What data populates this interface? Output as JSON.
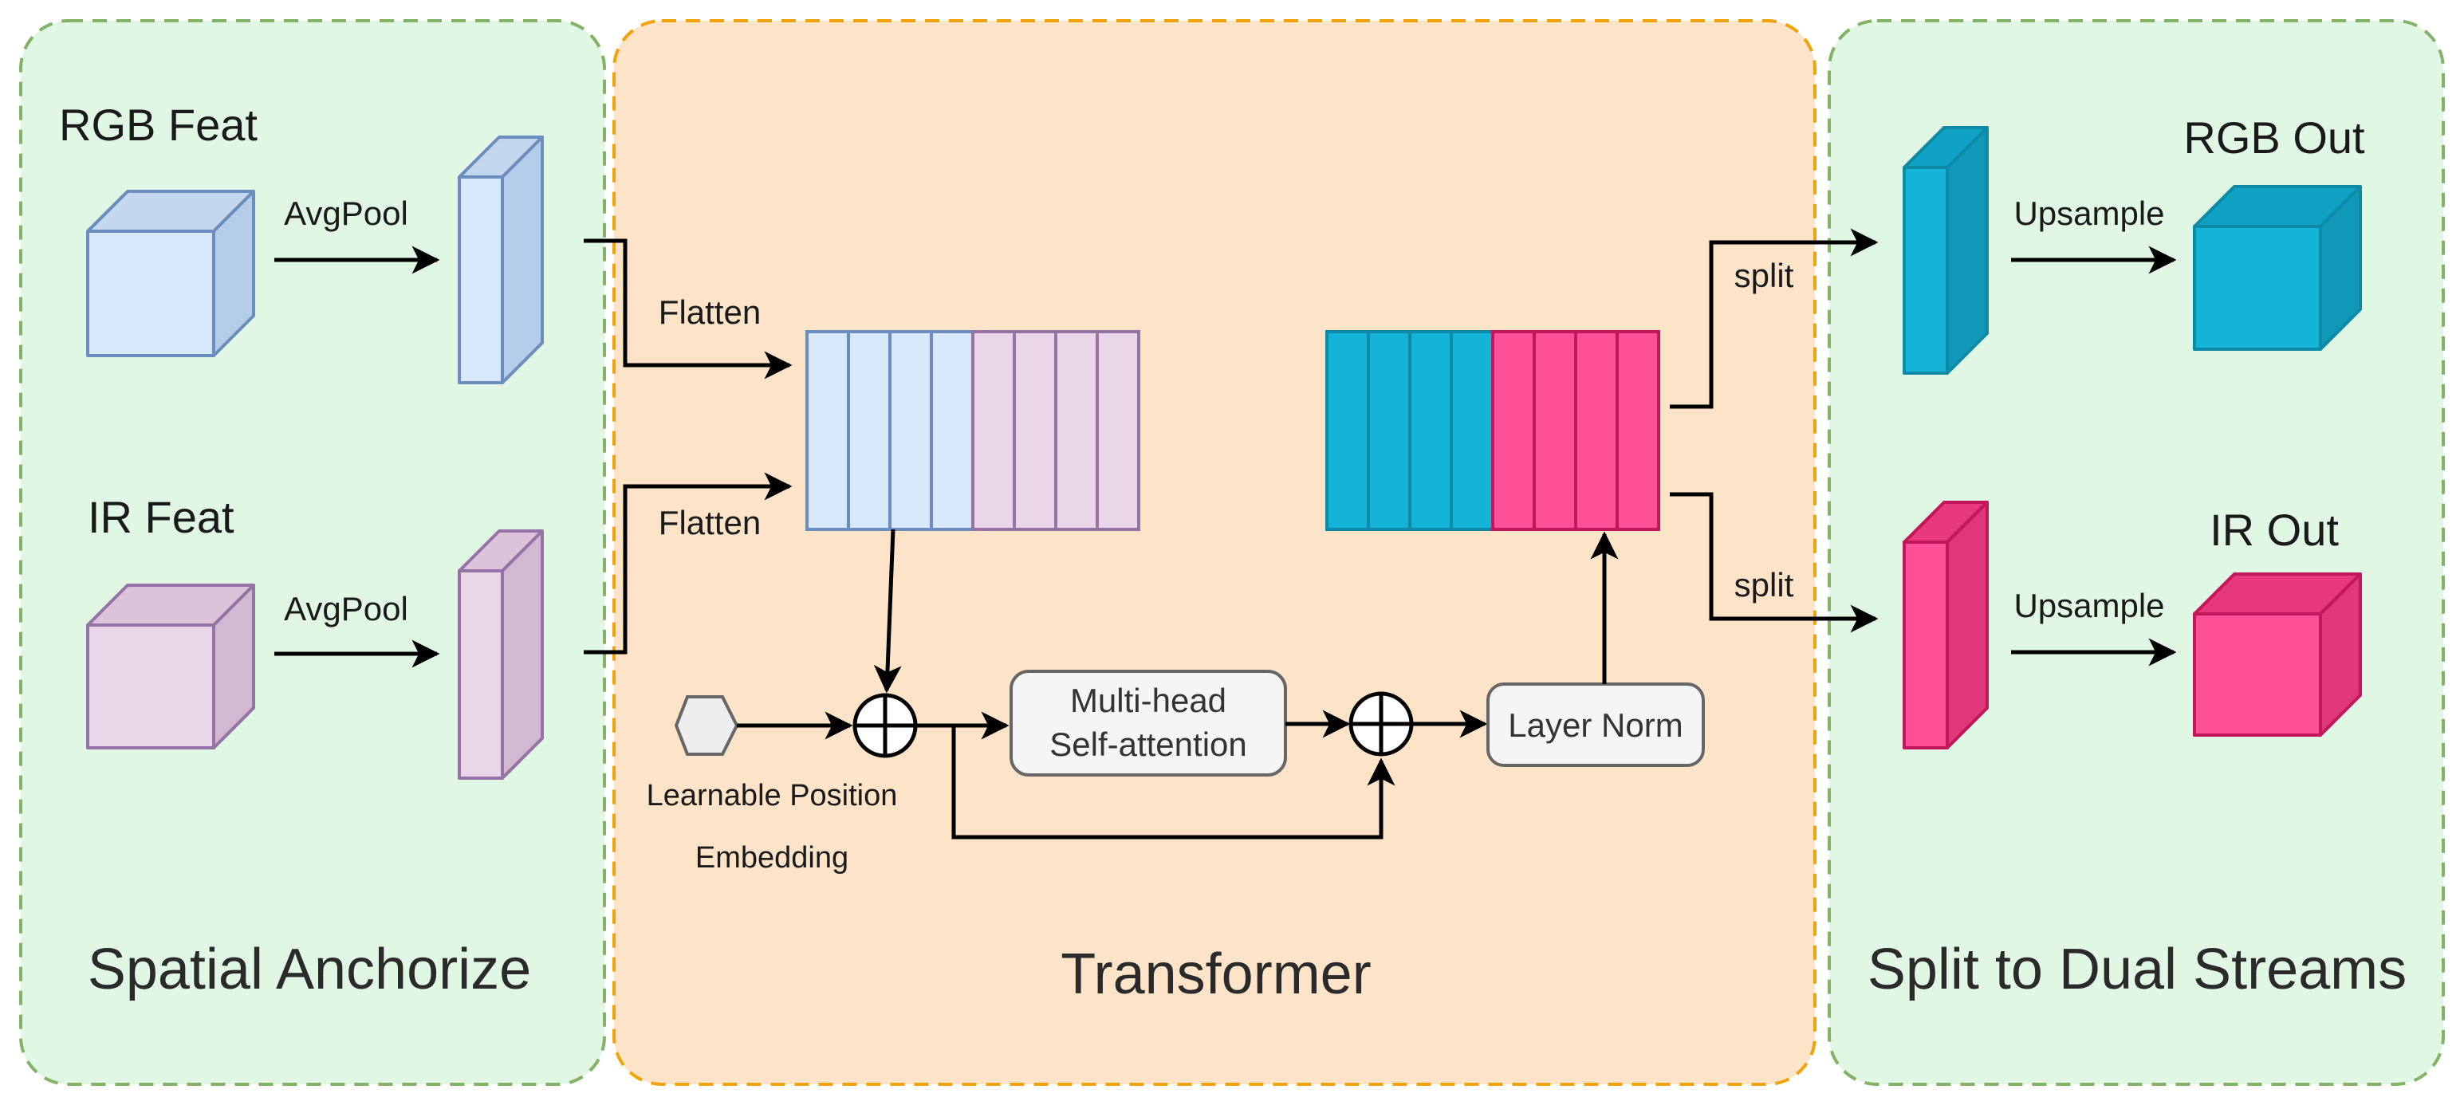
{
  "panels": {
    "left": {
      "title": "Spatial Anchorize"
    },
    "middle": {
      "title": "Transformer"
    },
    "right": {
      "title": "Split to Dual Streams"
    }
  },
  "inputs": {
    "rgb_label": "RGB Feat",
    "ir_label": "IR Feat",
    "pool_label": "AvgPool"
  },
  "transformer": {
    "flatten_label": "Flatten",
    "position_embedding_line1": "Learnable Position",
    "position_embedding_line2": "Embedding",
    "attention_line1": "Multi-head",
    "attention_line2": "Self-attention",
    "layer_norm": "Layer Norm"
  },
  "outputs": {
    "split_label": "split",
    "upsample_label": "Upsample",
    "rgb_out": "RGB Out",
    "ir_out": "IR Out"
  },
  "colors": {
    "green_panel": "#dff7e3",
    "green_border": "#82b366",
    "orange_panel": "#fde3c8",
    "orange_border": "#f0a30a",
    "rgb_light": "#d6e8fa",
    "rgb_edge": "#6c8ebf",
    "ir_light": "#e9d6e8",
    "ir_edge": "#9673a6",
    "rgb_out": "#14b4d8",
    "rgb_out_edge": "#0e8aa6",
    "ir_out": "#ff4f96",
    "ir_out_edge": "#c2185b"
  }
}
